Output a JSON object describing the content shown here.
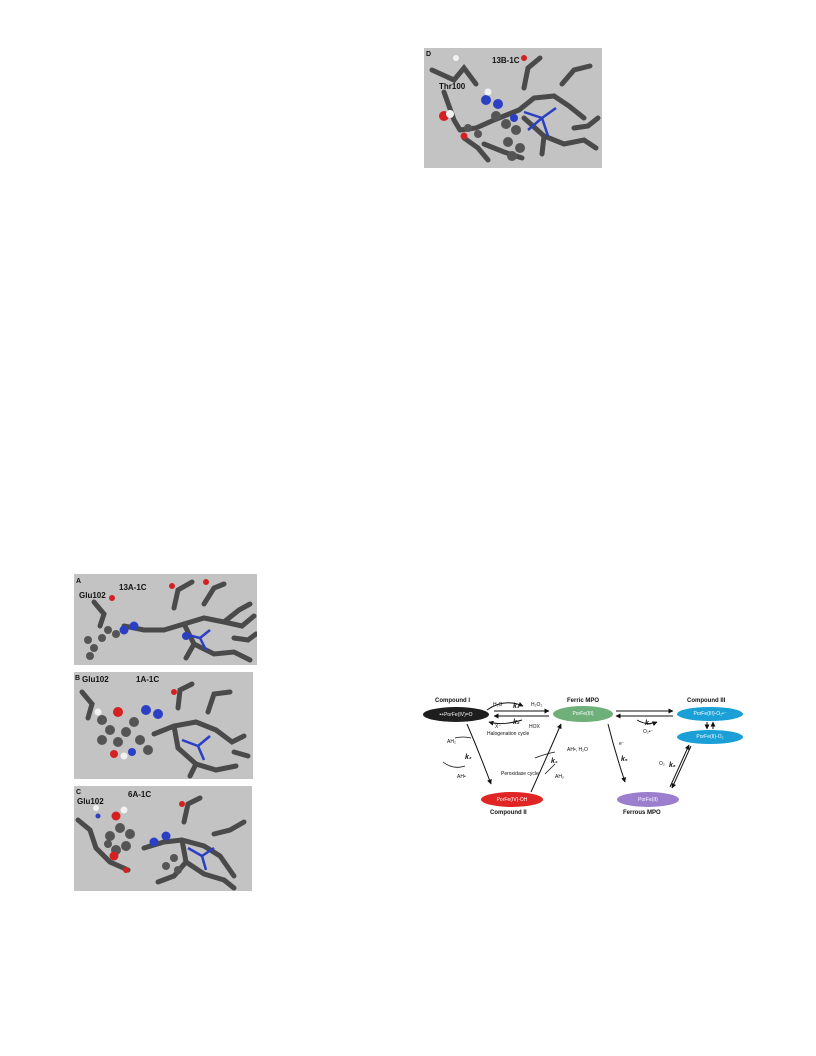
{
  "panels": {
    "D": {
      "letter": "D",
      "ligand": "13B-1C",
      "residue": "Thr100"
    },
    "A": {
      "letter": "A",
      "ligand": "13A-1C",
      "residue": "Glu102"
    },
    "B": {
      "letter": "B",
      "ligand": "1A-1C",
      "residue": "Glu102"
    },
    "C": {
      "letter": "C",
      "ligand": "6A-1C",
      "residue": "Glu102"
    }
  },
  "scheme": {
    "compound_i_title": "Compound I",
    "compound_i_species": "•+PorFe(IV)=O",
    "ferric_title": "Ferric MPO",
    "ferric_species": "PorFe(III)",
    "compound_iii_title": "Compound III",
    "compound_iii_species_a": "PorFe(III)-O₂•⁻",
    "compound_iii_species_b": "PorFe(II)-O₂",
    "compound_ii_title": "Compound II",
    "compound_ii_species": "PorFe(IV)-OH",
    "ferrous_title": "Ferrous MPO",
    "ferrous_species": "PorFe(II)",
    "h2o": "H₂O",
    "h2o2": "H₂O₂",
    "k1": "k₁",
    "x_minus": "X⁻",
    "k2": "k₂",
    "hox": "HOX",
    "halogenation": "Halogenation cycle",
    "peroxidase": "Peroxidase cycle",
    "ah2_left": "AH₂",
    "k3": "k₃",
    "ah_dot_left": "AH•",
    "ah_dot_h2o": "AH•, H₂O",
    "k4": "k₄",
    "ah2_mid": "AH₂",
    "e_minus": "e⁻",
    "k5": "k₅",
    "k7": "k₇",
    "o2_radical": "O₂•⁻",
    "o2": "O₂",
    "k6": "k₆"
  },
  "colors": {
    "compound_i": "#1e1e1e",
    "ferric": "#6fb07a",
    "compound_iii": "#1aa0d6",
    "compound_ii": "#e02525",
    "ferrous": "#9b7fce",
    "panel_bg": "#c3c3c3"
  }
}
